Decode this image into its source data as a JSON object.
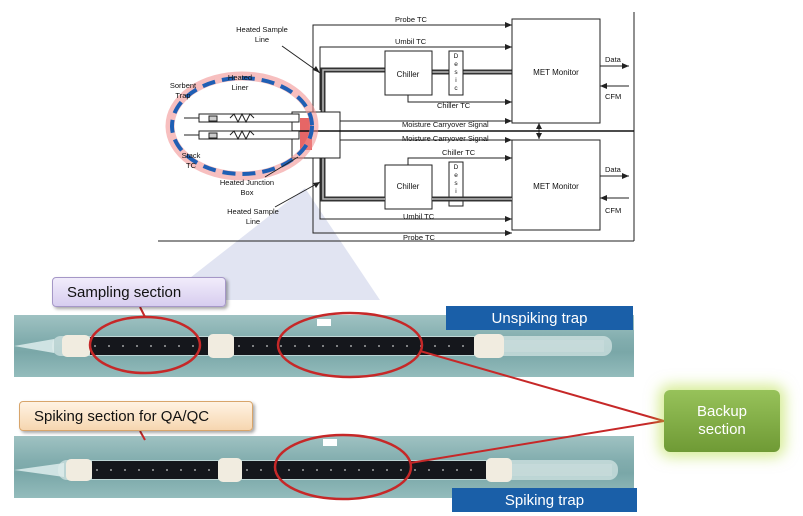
{
  "schematic": {
    "labels": {
      "probe_tc_top": "Probe TC",
      "umbil_tc_top": "Umbil TC",
      "heated_sample_line_top": [
        "Heated Sample",
        "Line"
      ],
      "sorbent_trap": [
        "Sorbent",
        "Trap"
      ],
      "heated_liner": [
        "Heated",
        "Liner"
      ],
      "stack_tc": [
        "Stack",
        "TC"
      ],
      "heated_junction_box": [
        "Heated Junction",
        "Box"
      ],
      "heated_sample_line_bottom": [
        "Heated Sample",
        "Line"
      ],
      "chiller_top": "Chiller",
      "chiller_bottom": "Chiller",
      "desic": "Desic",
      "chiller_tc_top": "Chiller TC",
      "chiller_tc_bottom": "Chiller TC",
      "moisture_carryover_top": "Moisture Carryover Signal",
      "moisture_carryover_bottom": "Moisture Carryover Signal",
      "met_monitor_top": "MET Monitor",
      "met_monitor_bottom": "MET Monitor",
      "data_top": "Data",
      "data_bottom": "Data",
      "cfm_top": "CFM",
      "cfm_bottom": "CFM",
      "umbil_tc_bottom": "Umbil TC",
      "probe_tc_bottom": "Probe TC"
    }
  },
  "callouts": {
    "sampling_section": "Sampling section",
    "spiking_section": "Spiking section for QA/QC",
    "backup_section": [
      "Backup",
      "section"
    ]
  },
  "trap_labels": {
    "unspiking": "Unspiking trap",
    "spiking": "Spiking trap"
  },
  "colors": {
    "trap_label_bg": "#1a5fa8",
    "highlight_circle": "#c62828",
    "dashed_ellipse": "#1f5fb4",
    "backup_green": "#7aa73e"
  }
}
